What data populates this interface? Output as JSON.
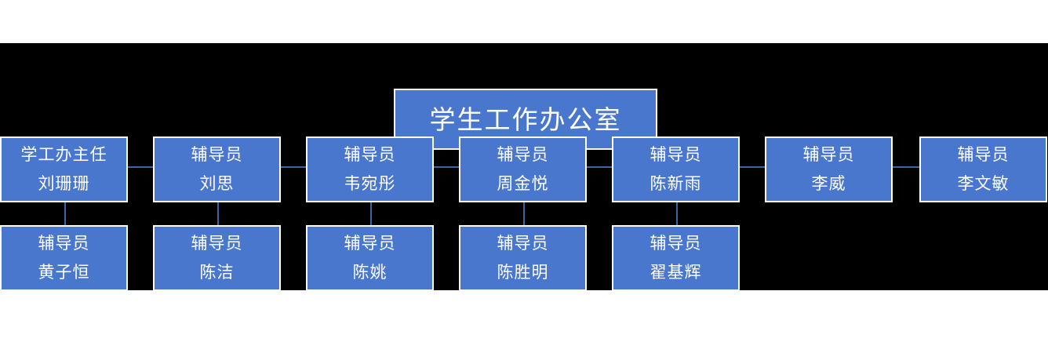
{
  "chart_data": {
    "type": "diagram",
    "diagram_type": "organization-chart",
    "title": "学生工作办公室",
    "orientation": "top-down",
    "levels": 3,
    "background_color": "#000000",
    "node_fill_color": "#4a77ce",
    "node_border_color": "#ffffff",
    "node_text_color": "#ffffff",
    "connector_color": "#3f63a8",
    "nodes": [
      {
        "id": "root",
        "level": 1,
        "title": "学生工作办公室",
        "name": "",
        "parent": null
      },
      {
        "id": "n1",
        "level": 2,
        "title": "学工办主任",
        "name": "刘珊珊",
        "parent": "root"
      },
      {
        "id": "n2",
        "level": 2,
        "title": "辅导员",
        "name": "刘思",
        "parent": "root"
      },
      {
        "id": "n3",
        "level": 2,
        "title": "辅导员",
        "name": "韦宛彤",
        "parent": "root"
      },
      {
        "id": "n4",
        "level": 2,
        "title": "辅导员",
        "name": "周金悦",
        "parent": "root"
      },
      {
        "id": "n5",
        "level": 2,
        "title": "辅导员",
        "name": "陈新雨",
        "parent": "root"
      },
      {
        "id": "n6",
        "level": 2,
        "title": "辅导员",
        "name": "李威",
        "parent": "root"
      },
      {
        "id": "n7",
        "level": 2,
        "title": "辅导员",
        "name": "李文敏",
        "parent": "root"
      },
      {
        "id": "c1",
        "level": 3,
        "title": "辅导员",
        "name": "黄子恒",
        "parent": "n1"
      },
      {
        "id": "c2",
        "level": 3,
        "title": "辅导员",
        "name": "陈洁",
        "parent": "n2"
      },
      {
        "id": "c3",
        "level": 3,
        "title": "辅导员",
        "name": "陈姚",
        "parent": "n3"
      },
      {
        "id": "c4",
        "level": 3,
        "title": "辅导员",
        "name": "陈胜明",
        "parent": "n4"
      },
      {
        "id": "c5",
        "level": 3,
        "title": "辅导员",
        "name": "翟基辉",
        "parent": "n5"
      }
    ]
  },
  "root": {
    "title": "学生工作办公室"
  },
  "level2": [
    {
      "title": "学工办主任",
      "name": "刘珊珊"
    },
    {
      "title": "辅导员",
      "name": "刘思"
    },
    {
      "title": "辅导员",
      "name": "韦宛彤"
    },
    {
      "title": "辅导员",
      "name": "周金悦"
    },
    {
      "title": "辅导员",
      "name": "陈新雨"
    },
    {
      "title": "辅导员",
      "name": "李威"
    },
    {
      "title": "辅导员",
      "name": "李文敏"
    }
  ],
  "level3": [
    {
      "title": "辅导员",
      "name": "黄子恒"
    },
    {
      "title": "辅导员",
      "name": "陈洁"
    },
    {
      "title": "辅导员",
      "name": "陈姚"
    },
    {
      "title": "辅导员",
      "name": "陈胜明"
    },
    {
      "title": "辅导员",
      "name": "翟基辉"
    }
  ]
}
